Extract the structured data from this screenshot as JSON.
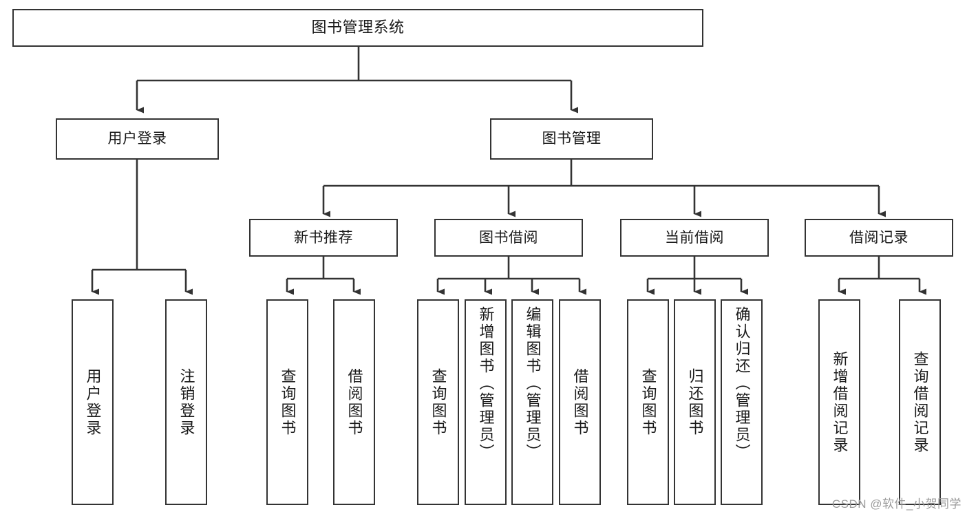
{
  "diagram": {
    "type": "tree",
    "title": "图书管理系统",
    "orientation": "top-down",
    "colors": {
      "stroke": "#333333",
      "fill": "#ffffff",
      "text": "#1a1a1a",
      "watermark": "#9a9a9a",
      "background": "#ffffff"
    }
  },
  "nodes": {
    "root": {
      "label": "图书管理系统"
    },
    "level2": [
      {
        "label": "用户登录"
      },
      {
        "label": "图书管理"
      }
    ],
    "level3": [
      {
        "label": "新书推荐"
      },
      {
        "label": "图书借阅"
      },
      {
        "label": "当前借阅"
      },
      {
        "label": "借阅记录"
      }
    ],
    "leaves": {
      "user_login": [
        {
          "label": "用户登录"
        },
        {
          "label": "注销登录"
        }
      ],
      "new_book_recommend": [
        {
          "label": "查询图书"
        },
        {
          "label": "借阅图书"
        }
      ],
      "book_borrow": [
        {
          "label": "查询图书"
        },
        {
          "label": "新增图书（管理员）"
        },
        {
          "label": "编辑图书（管理员）"
        },
        {
          "label": "借阅图书"
        }
      ],
      "current_borrow": [
        {
          "label": "查询图书"
        },
        {
          "label": "归还图书"
        },
        {
          "label": "确认归还（管理员）"
        }
      ],
      "borrow_record": [
        {
          "label": "新增借阅记录"
        },
        {
          "label": "查询借阅记录"
        }
      ]
    }
  },
  "watermark": {
    "text": "CSDN @软件_小贺同学"
  }
}
